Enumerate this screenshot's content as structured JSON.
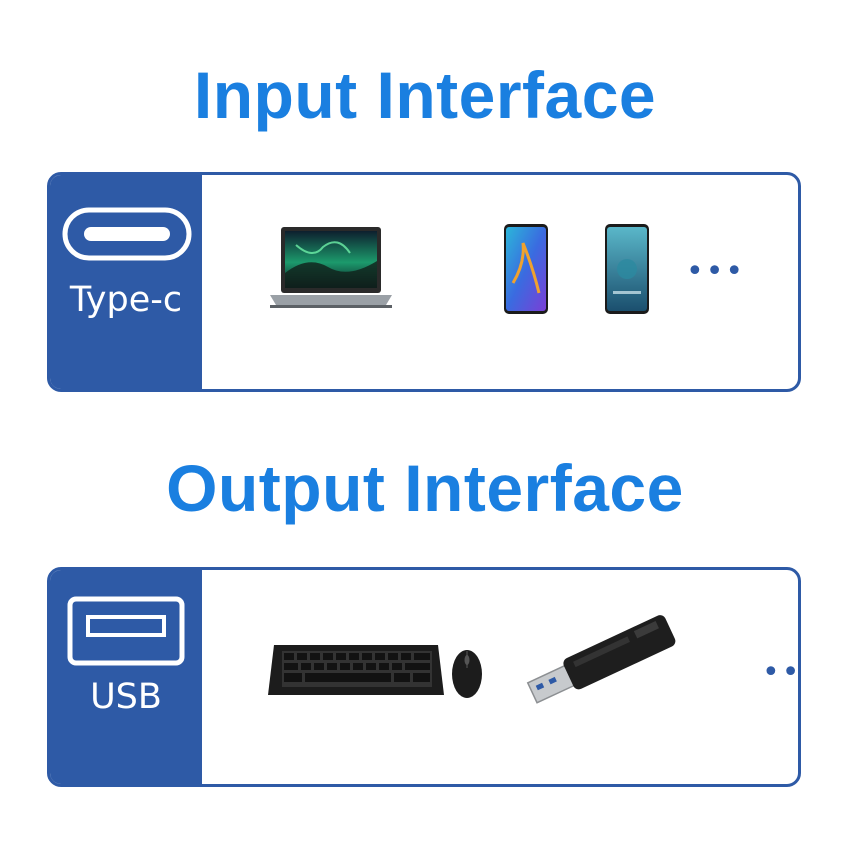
{
  "headings": {
    "input": "Input Interface",
    "output": "Output Interface"
  },
  "input_panel": {
    "port_label": "Type-c",
    "port_icon": "usb-c-port-icon",
    "devices": [
      "laptop-icon",
      "smartphone-icon",
      "smartphone-icon"
    ],
    "more": "•••"
  },
  "output_panel": {
    "port_label": "USB",
    "port_icon": "usb-a-port-icon",
    "devices": [
      "keyboard-icon",
      "mouse-icon",
      "usb-flash-drive-icon"
    ],
    "more": "•••"
  },
  "colors": {
    "heading": "#1a7fe0",
    "panel_accent": "#2e5aa6",
    "background": "#ffffff"
  }
}
